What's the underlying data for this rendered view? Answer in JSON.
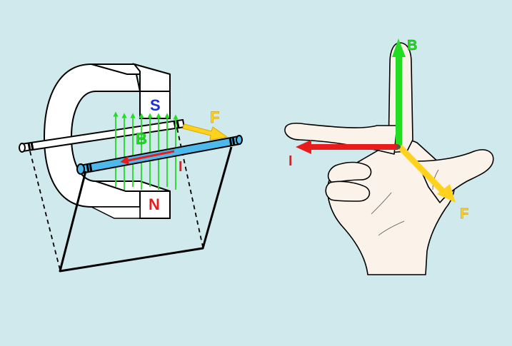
{
  "colors": {
    "background": "#cfe9ec",
    "magnetic_field": "#22dd22",
    "current": "#e81c1c",
    "force": "#ffd21f",
    "pole_label": "#1b2fd6",
    "north_label": "#e81c1c",
    "rod_active": "#4fb8ea",
    "rod_inactive": "#ffffff",
    "skin": "#fbf3ea"
  },
  "magnet": {
    "south_label": "S",
    "north_label": "N"
  },
  "apparatus_labels": {
    "field": "B",
    "force": "F",
    "current": "I"
  },
  "hand_labels": {
    "field": "B",
    "current": "I",
    "force": "F"
  }
}
